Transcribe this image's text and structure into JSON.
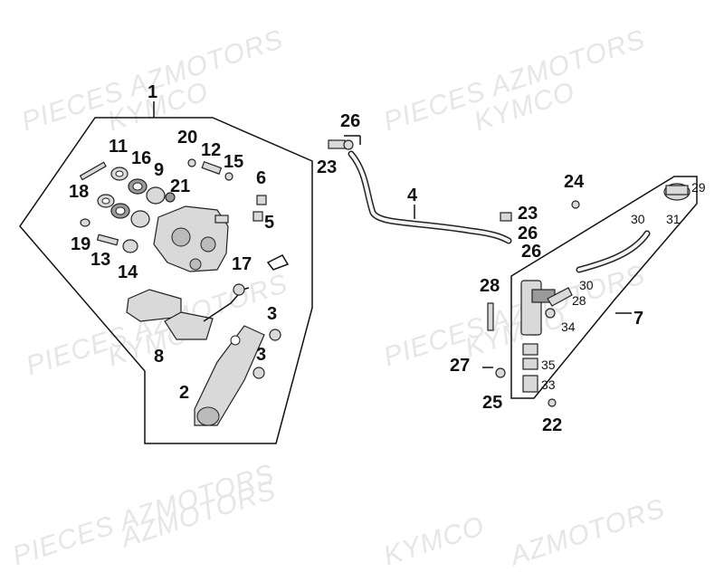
{
  "watermarks": [
    "PIECES AZMOTORS",
    "KYMCO",
    "PIECES AZMOTORS",
    "KYMCO",
    "PIECES AZMOTORS",
    "KYMCO",
    "PIECES AZMOTORS",
    "KYMCO",
    "PIECES AZMOTORS",
    "KYMCO",
    "AZMOTORS",
    "AZMOTORS"
  ],
  "callouts": {
    "c1": "1",
    "c2": "2",
    "c3a": "3",
    "c3b": "3",
    "c4": "4",
    "c5": "5",
    "c6": "6",
    "c7": "7",
    "c8": "8",
    "c9": "9",
    "c11": "11",
    "c12": "12",
    "c13": "13",
    "c14": "14",
    "c15": "15",
    "c16": "16",
    "c17": "17",
    "c18": "18",
    "c19": "19",
    "c20": "20",
    "c21": "21",
    "c22": "22",
    "c23a": "23",
    "c23b": "23",
    "c24": "24",
    "c25": "25",
    "c26a": "26",
    "c26b": "26",
    "c26c": "26",
    "c27": "27",
    "c28a": "28",
    "c28b": "28",
    "c29": "29",
    "c30a": "30",
    "c30b": "30",
    "c31": "31",
    "c33": "33",
    "c34": "34",
    "c35": "35"
  },
  "colors": {
    "ink": "#111111",
    "part": "#d9d9d9",
    "watermark": "#e6e6e6"
  }
}
